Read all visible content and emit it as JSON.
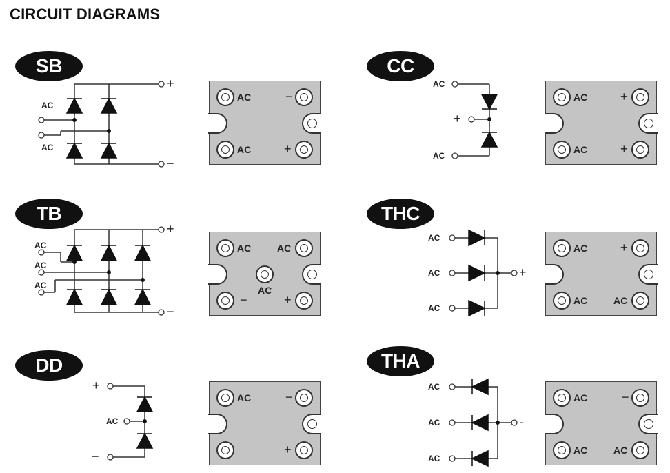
{
  "title": "CIRCUIT DIAGRAMS",
  "panels": [
    {
      "code": "SB",
      "schematic": {
        "inputs": [
          "AC",
          "AC"
        ],
        "outputs": [
          "+",
          "−"
        ]
      },
      "module": {
        "tl": [
          "AC"
        ],
        "tr": [
          "−"
        ],
        "bl": [
          "AC"
        ],
        "br": [
          "+"
        ]
      }
    },
    {
      "code": "CC",
      "schematic": {
        "inputs": [
          "AC",
          "+",
          "AC"
        ]
      },
      "module": {
        "tl": [
          "AC"
        ],
        "tr": [
          "+"
        ],
        "bl": [
          "AC"
        ],
        "br": [
          "+"
        ]
      }
    },
    {
      "code": "TB",
      "schematic": {
        "inputs": [
          "AC",
          "AC",
          "AC"
        ],
        "outputs": [
          "+",
          "−"
        ]
      },
      "module": {
        "tl": [
          "AC"
        ],
        "tr": [
          "AC"
        ],
        "bl": [
          "−"
        ],
        "br": [
          "+"
        ],
        "center": [
          "AC"
        ]
      }
    },
    {
      "code": "THC",
      "schematic": {
        "inputs": [
          "AC",
          "AC",
          "AC"
        ],
        "outputs": [
          "+"
        ]
      },
      "module": {
        "tl": [
          "AC"
        ],
        "tr": [
          "+"
        ],
        "bl": [
          "AC"
        ],
        "br": [
          "AC"
        ]
      }
    },
    {
      "code": "DD",
      "schematic": {
        "inputs": [
          "+",
          "AC",
          "−"
        ]
      },
      "module": {
        "tl": [
          "AC"
        ],
        "tr": [
          "−"
        ],
        "bl": [],
        "br": [
          "+"
        ]
      }
    },
    {
      "code": "THA",
      "schematic": {
        "inputs": [
          "AC",
          "AC",
          "AC"
        ],
        "outputs": [
          "-"
        ]
      },
      "module": {
        "tl": [
          "AC"
        ],
        "tr": [
          "−"
        ],
        "bl": [
          "AC"
        ],
        "br": [
          "AC"
        ]
      }
    }
  ]
}
